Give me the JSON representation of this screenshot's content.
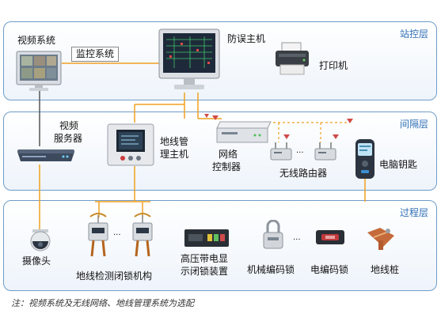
{
  "layers": {
    "station": "站控层",
    "bay": "间隔层",
    "process": "过程层"
  },
  "devices": {
    "video_system": "视频系统",
    "monitor_system": "监控系统",
    "anti_misoperation_host": "防误主机",
    "printer": "打印机",
    "video_server": [
      "视频",
      "服务器"
    ],
    "ground_wire_host": [
      "地线管",
      "理主机"
    ],
    "network_controller": [
      "网络",
      "控制器"
    ],
    "wireless_router": "无线路由器",
    "computer_key": "电脑钥匙",
    "camera": "摄像头",
    "ground_lock_mechanism": "地线检测闭锁机构",
    "hv_lock_device": [
      "高压带电显",
      "示闭锁装置"
    ],
    "mech_code_lock": "机械编码锁",
    "elec_code_lock": "电编码锁",
    "ground_stake": "地线桩",
    "ellipsis": "···"
  },
  "note": "注：视频系统及无线网络、地线管理系统为选配",
  "colors": {
    "layer_border": "#6f9cc7",
    "layer_title": "#2f6fb5",
    "wire": "#f0a020",
    "wireless_dash": "#f0a020"
  }
}
